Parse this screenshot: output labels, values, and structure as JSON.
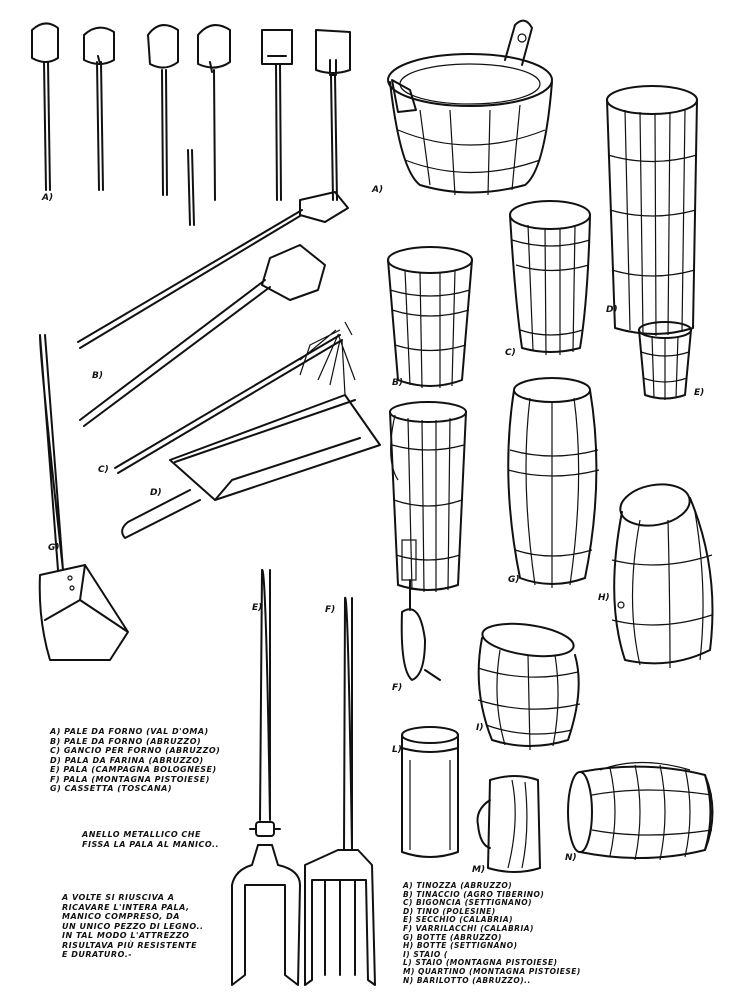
{
  "left_figure_labels": {
    "a": "A)",
    "b": "B)",
    "c": "C)",
    "d": "D)",
    "e": "E)",
    "f": "F)",
    "g": "G)"
  },
  "right_figure_labels": {
    "a": "A)",
    "b": "B)",
    "c": "C)",
    "d": "D)",
    "e": "E)",
    "f": "F)",
    "g": "G)",
    "h": "H)",
    "i": "I)",
    "l": "L)",
    "m": "M)",
    "n": "N)"
  },
  "left_legend": [
    "A) PALE DA FORNO (VAL D'OMA)",
    "B) PALE DA FORNO (ABRUZZO)",
    "C) GANCIO PER FORNO (ABRUZZO)",
    "D) PALA DA FARINA (ABRUZZO)",
    "E) PALA (CAMPAGNA BOLOGNESE)",
    "F) PALA (MONTAGNA PISTOIESE)",
    "G) CASSETTA (TOSCANA)"
  ],
  "ring_note": [
    "ANELLO METALLICO CHE",
    "FISSA LA PALA AL MANICO.."
  ],
  "handle_note": [
    "A VOLTE SI RIUSCIVA A",
    "RICAVARE L'INTERA PALA,",
    "MANICO COMPRESO, DA",
    "UN UNICO PEZZO DI LEGNO..",
    "IN TAL MODO L'ATTREZZO",
    "RISULTAVA PIÙ RESISTENTE",
    "E DURATURO.-"
  ],
  "right_legend": [
    "A) TINOZZA (ABRUZZO)",
    "B) TINACCIO (AGRO TIBERINO)",
    "C) BIGONCIA (SETTIGNANO)",
    "D) TINO (POLESINE)",
    "E) SECCHIO (CALABRIA)",
    "F) VARRILACCHI (CALABRIA)",
    "G) BOTTE (ABRUZZO)",
    "H) BOTTE (SETTIGNANO)",
    "I) STAIO (",
    "L) STAIO (MONTAGNA PISTOIESE)",
    "M) QUARTINO (MONTAGNA PISTOIESE)",
    "N) BARILOTTO (ABRUZZO).."
  ]
}
